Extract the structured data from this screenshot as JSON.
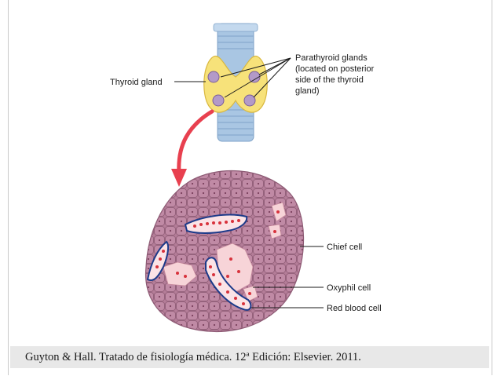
{
  "labels": {
    "thyroid_gland": "Thyroid gland",
    "parathyroid_line1": "Parathyroid glands",
    "parathyroid_line2": "(located on posterior",
    "parathyroid_line3": "side of the thyroid",
    "parathyroid_line4": "gland)",
    "chief_cell": "Chief cell",
    "oxyphil_cell": "Oxyphil cell",
    "red_blood_cell": "Red blood cell"
  },
  "caption": "Guyton & Hall. Tratado de fisiología médica. 12ª Edición: Elsevier. 2011.",
  "colors": {
    "thyroid": "#f7e27a",
    "trachea": "#9fc0df",
    "parathyroid": "#b39ac8",
    "arrow": "#e8404f",
    "tissue": "#b07a95",
    "cell_border": "#8d5a74",
    "oxyphil": "#f7d4d8",
    "rbc": "#d8323c",
    "vessel": "#1c3a8a"
  }
}
